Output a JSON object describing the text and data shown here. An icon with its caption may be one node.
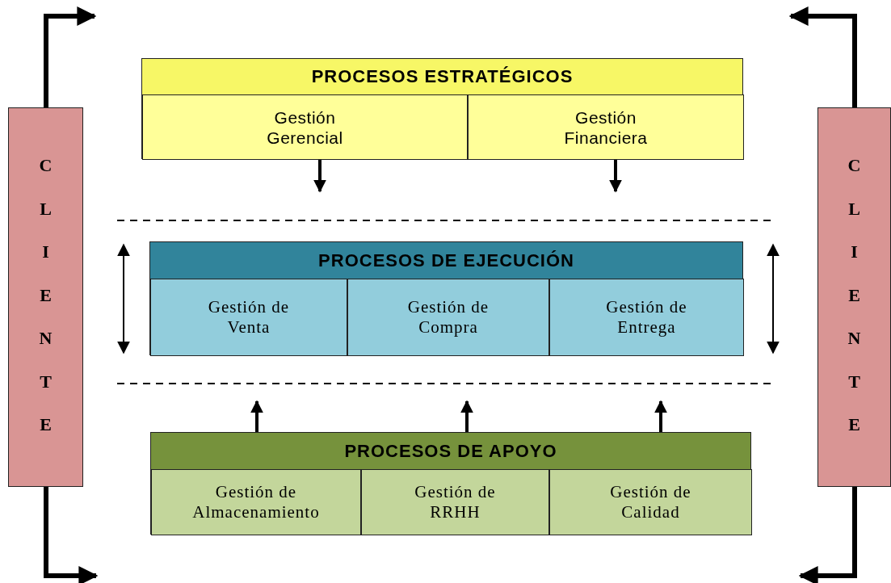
{
  "diagram": {
    "nodes": [
      {
        "text": [
          "PROCESOS ESTRATÉGICOS"
        ]
      },
      {
        "text": [
          "Gestión Gerencial"
        ],
        "in": 0
      },
      {
        "text": [
          "Gestión Financiera"
        ],
        "in": 0
      },
      {
        "text": [
          "PROCESOS DE EJECUCIÓN"
        ]
      },
      {
        "text": [
          "Gestión de Venta"
        ],
        "in": 3
      },
      {
        "text": [
          "Gestión de Compra"
        ],
        "in": 3
      },
      {
        "text": [
          "Gestión de Entrega"
        ],
        "in": 3
      },
      {
        "text": [
          "PROCESOS DE APOYO"
        ]
      },
      {
        "text": [
          "Gestión de Almacenamiento"
        ],
        "in": 7
      },
      {
        "text": [
          "Gestión de RRHH"
        ],
        "in": 7
      },
      {
        "text": [
          "Gestión de Calidad"
        ],
        "in": 7
      },
      {
        "text": [
          "CLIENTE"
        ]
      },
      {
        "text": [
          "CLIENTE"
        ]
      }
    ],
    "edges": [
      {
        "from": 1,
        "to": null,
        "arrow": "to"
      },
      {
        "from": 2,
        "to": null,
        "arrow": "to"
      },
      {
        "from": 7,
        "to": null,
        "arrow": "to"
      },
      {
        "from": 7,
        "to": null,
        "arrow": "to"
      },
      {
        "from": 7,
        "to": null,
        "arrow": "to"
      },
      {
        "from": 11,
        "to": null,
        "arrow": "to"
      },
      {
        "from": 11,
        "to": null,
        "arrow": "to"
      },
      {
        "from": 12,
        "to": null,
        "arrow": "to"
      },
      {
        "from": 12,
        "to": null,
        "arrow": "to"
      }
    ]
  }
}
